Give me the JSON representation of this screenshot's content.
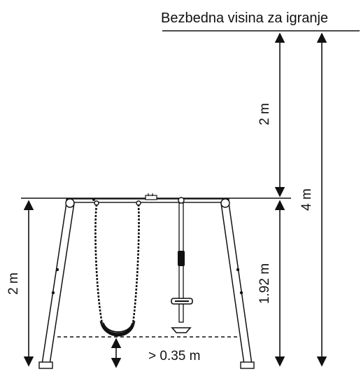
{
  "title": "Bezbedna visina za igranje",
  "dimensions": {
    "safe_height": "2 m",
    "total_height": "4 m",
    "frame_height": "2 m",
    "seat_height": "1.92 m",
    "ground_clearance": "> 0.35 m"
  }
}
